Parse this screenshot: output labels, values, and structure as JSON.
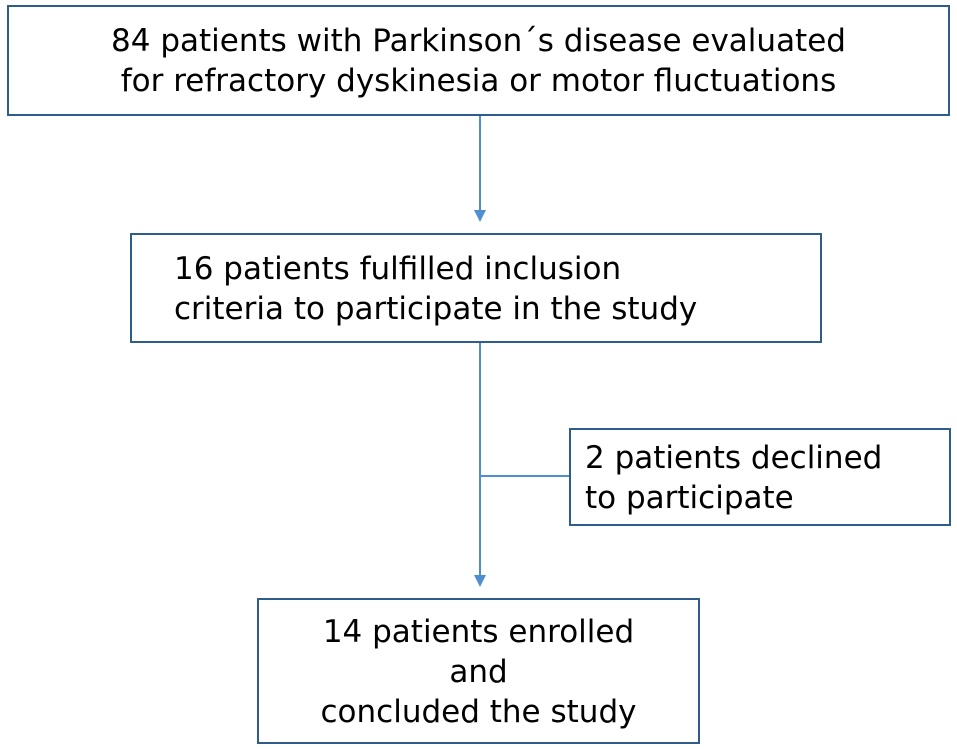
{
  "colors": {
    "box_border": "#2e5d8c",
    "connector": "#4f8fd0",
    "text": "#000000",
    "background": "#ffffff"
  },
  "boxes": {
    "screened": {
      "lines": [
        "84 patients with Parkinson´s disease evaluated",
        "for refractory dyskinesia or motor fluctuations"
      ]
    },
    "eligible": {
      "lines": [
        "16 patients fulfilled inclusion",
        "criteria to participate in the study"
      ]
    },
    "declined": {
      "lines": [
        "2 patients declined",
        "to participate"
      ]
    },
    "enrolled": {
      "lines": [
        "14 patients enrolled",
        "and",
        "concluded the study"
      ]
    }
  }
}
